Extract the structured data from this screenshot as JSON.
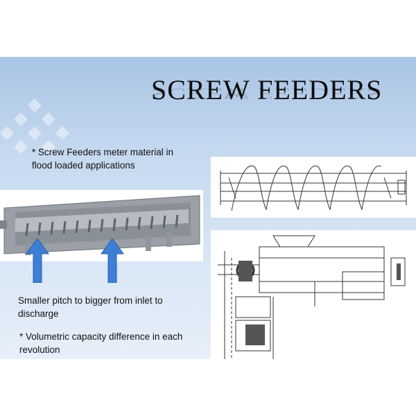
{
  "slide": {
    "title": "SCREW FEEDERS",
    "bullet1": "* Screw Feeders meter material in flood loaded applications",
    "note": "Smaller pitch to bigger from inlet to discharge",
    "bullet2": "* Volumetric capacity difference in each revolution"
  },
  "colors": {
    "background_top": "#a9c4e4",
    "background_bottom": "#e6eff9",
    "arrow": "#3d7fd6"
  }
}
